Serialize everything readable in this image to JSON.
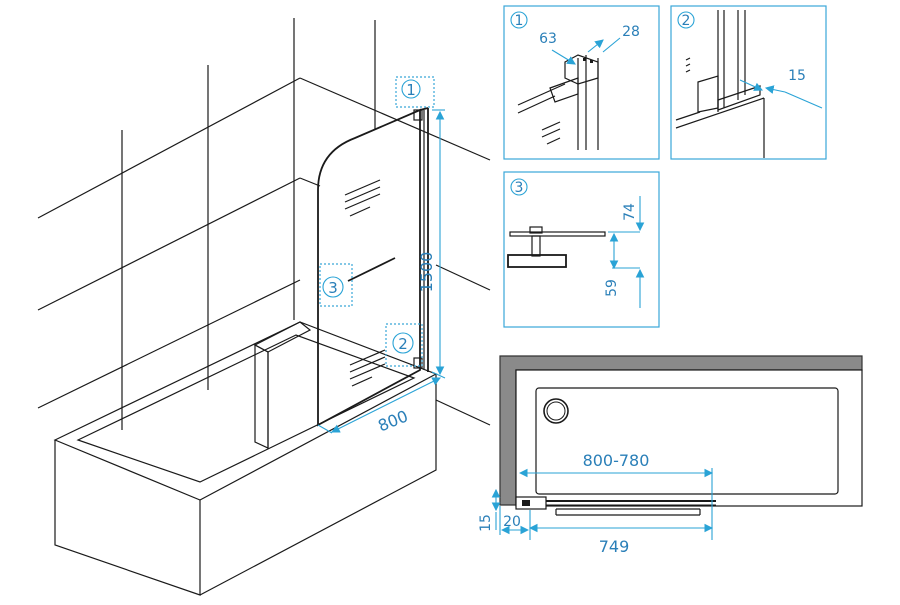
{
  "main_view": {
    "dim_height": "1500",
    "dim_width": "800",
    "callouts": [
      "1",
      "3",
      "2"
    ]
  },
  "detail_1": {
    "badge": "1",
    "dim_a": "63",
    "dim_b": "28"
  },
  "detail_2": {
    "badge": "2",
    "dim_a": "15"
  },
  "detail_3": {
    "badge": "3",
    "dim_a": "74",
    "dim_b": "59"
  },
  "plan_view": {
    "dim_range": "800-780",
    "dim_width": "749",
    "dim_wall_gap": "20",
    "dim_side": "15"
  },
  "colors": {
    "accent": "#2aa3d6",
    "line": "#1a1a1a",
    "wall": "#8a8a8a"
  }
}
